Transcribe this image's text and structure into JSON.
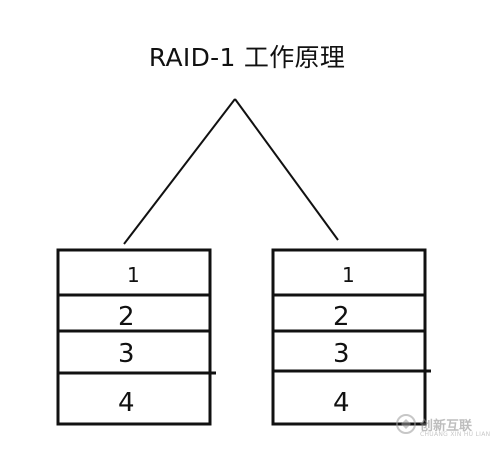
{
  "title": "RAID-1 工作原理",
  "disks": [
    {
      "blocks": [
        "1",
        "2",
        "3",
        "4"
      ]
    },
    {
      "blocks": [
        "1",
        "2",
        "3",
        "4"
      ]
    }
  ],
  "watermark": {
    "brand": "创新互联",
    "sub": "CHUANG XIN HU LIAN",
    "icon": "brand-logo-icon"
  },
  "colors": {
    "ink": "#111111",
    "background": "#ffffff"
  }
}
